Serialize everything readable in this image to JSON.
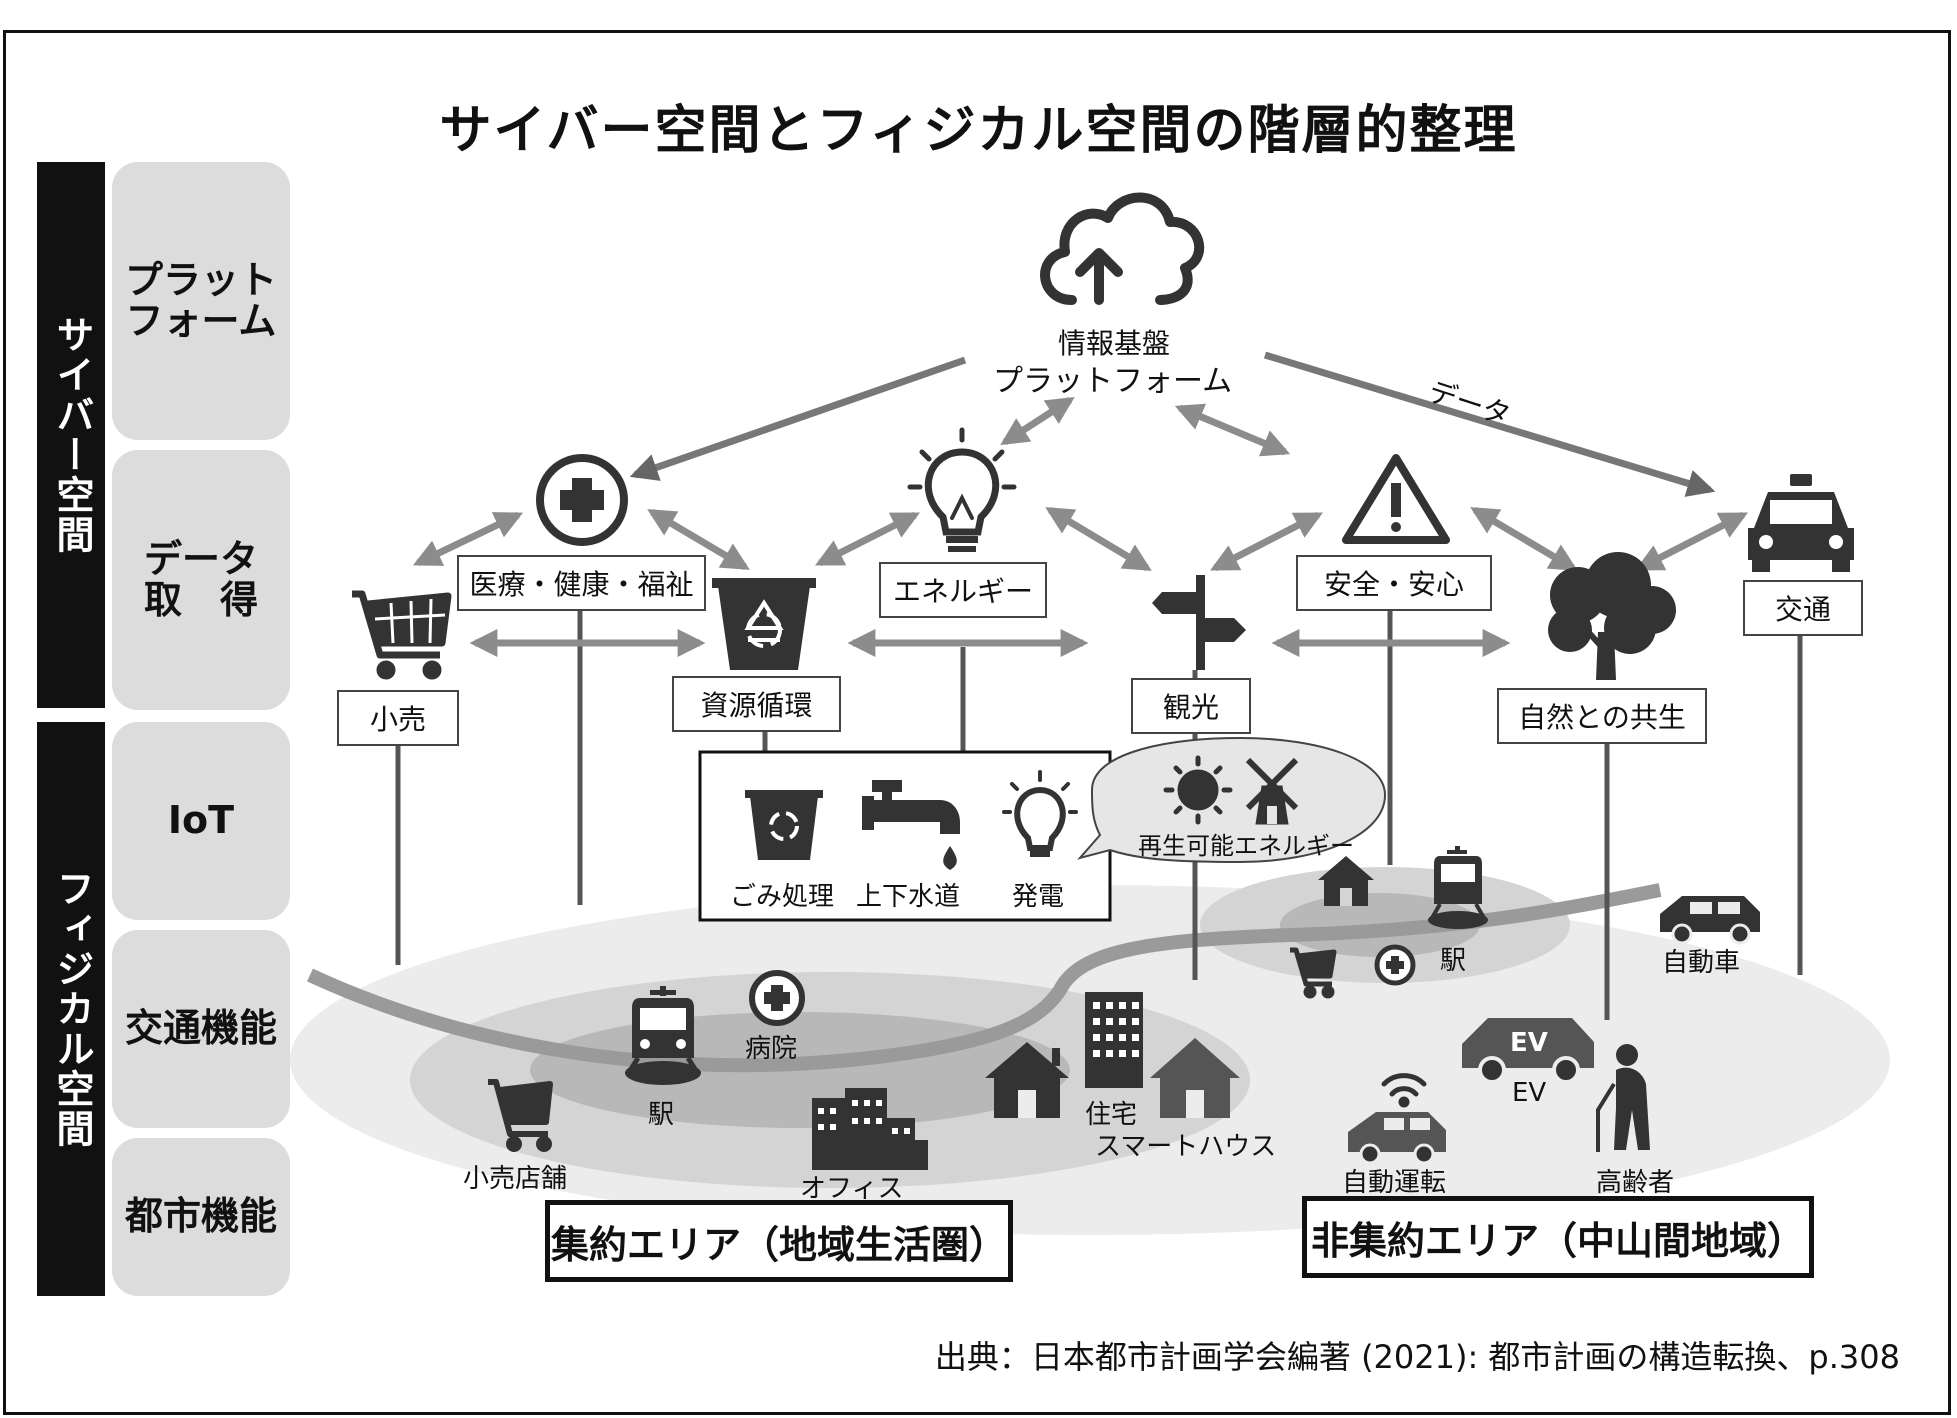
{
  "title": "サイバー空間とフィジカル空間の階層的整理",
  "side_bars": {
    "cyber": "サイバー空間",
    "physical": "フィジカル空間"
  },
  "layers": {
    "platform": "プラット\nフォーム",
    "data_acquisition": "データ\n取　得",
    "iot": "IoT",
    "transport": "交通機能",
    "urban": "都市機能"
  },
  "center": {
    "platform_line1": "情報基盤",
    "platform_line2": "プラットフォーム",
    "data_label": "データ"
  },
  "categories": {
    "retail": "小売",
    "medical": "医療・健康・福祉",
    "recycle": "資源循環",
    "energy": "エネルギー",
    "tourism": "観光",
    "safety": "安全・安心",
    "nature": "自然との共生",
    "traffic": "交通"
  },
  "iot_items": {
    "garbage": "ごみ処理",
    "water": "上下水道",
    "power": "発電",
    "renewable": "再生可能エネルギー"
  },
  "city_labels": {
    "station": "駅",
    "hospital": "病院",
    "retail_store": "小売店舗",
    "office": "オフィス",
    "housing": "住宅",
    "smart_house": "スマートハウス",
    "station_rural": "駅",
    "car": "自動車",
    "ev_badge": "EV",
    "ev": "EV",
    "autonomous": "自動運転",
    "elderly": "高齢者"
  },
  "areas": {
    "compact": "集約エリア（地域生活圏）",
    "non_compact": "非集約エリア（中山間地域）"
  },
  "source": "出典：日本都市計画学会編著 (2021): 都市計画の構造転換、p.308",
  "colors": {
    "dark": "#111111",
    "layer_bg": "#dcdcdc",
    "arrow": "#8c8c8c",
    "ellipse_outer": "#ececec",
    "ellipse_mid": "#d0d0d0",
    "ellipse_inner": "#b2b2b2",
    "road": "#9a9a9a"
  }
}
